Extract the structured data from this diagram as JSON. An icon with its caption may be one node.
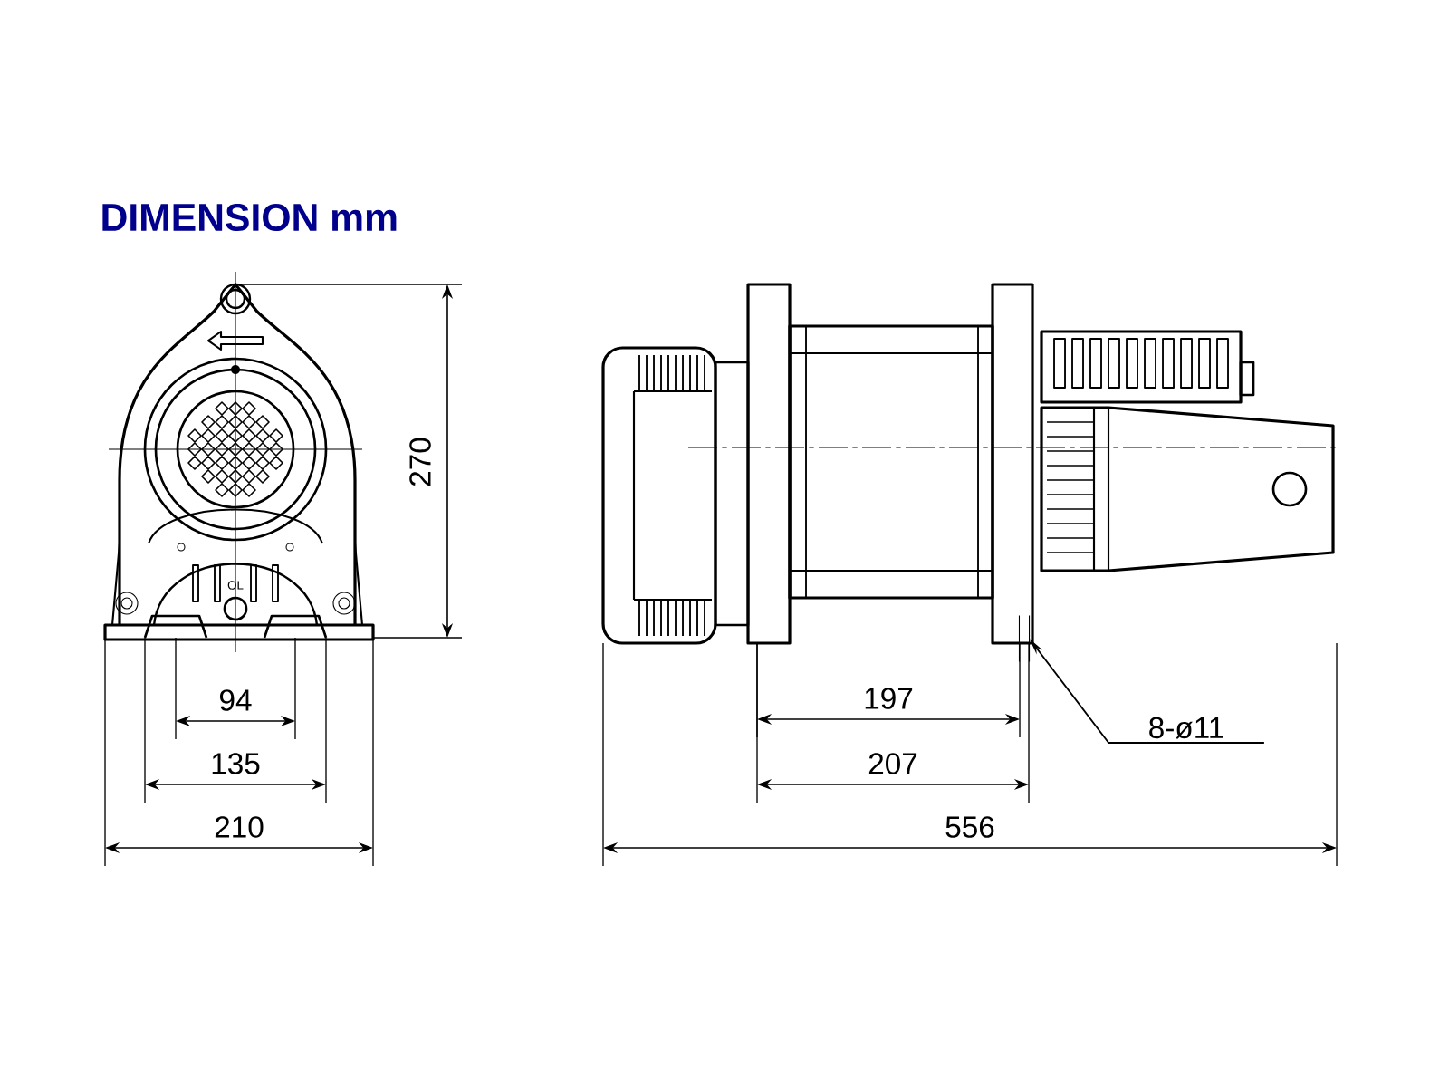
{
  "diagram": {
    "title": "DIMENSION mm",
    "nodes": [
      {
        "text": [
          "8-ø11"
        ]
      },
      {
        "text": [],
        "shape": "hole"
      }
    ],
    "edges": [
      {
        "from": 0,
        "to": 1,
        "arrow": "to"
      }
    ],
    "labels": [
      "270",
      "OL",
      "94",
      "197",
      "135",
      "207",
      "210",
      "556"
    ]
  }
}
